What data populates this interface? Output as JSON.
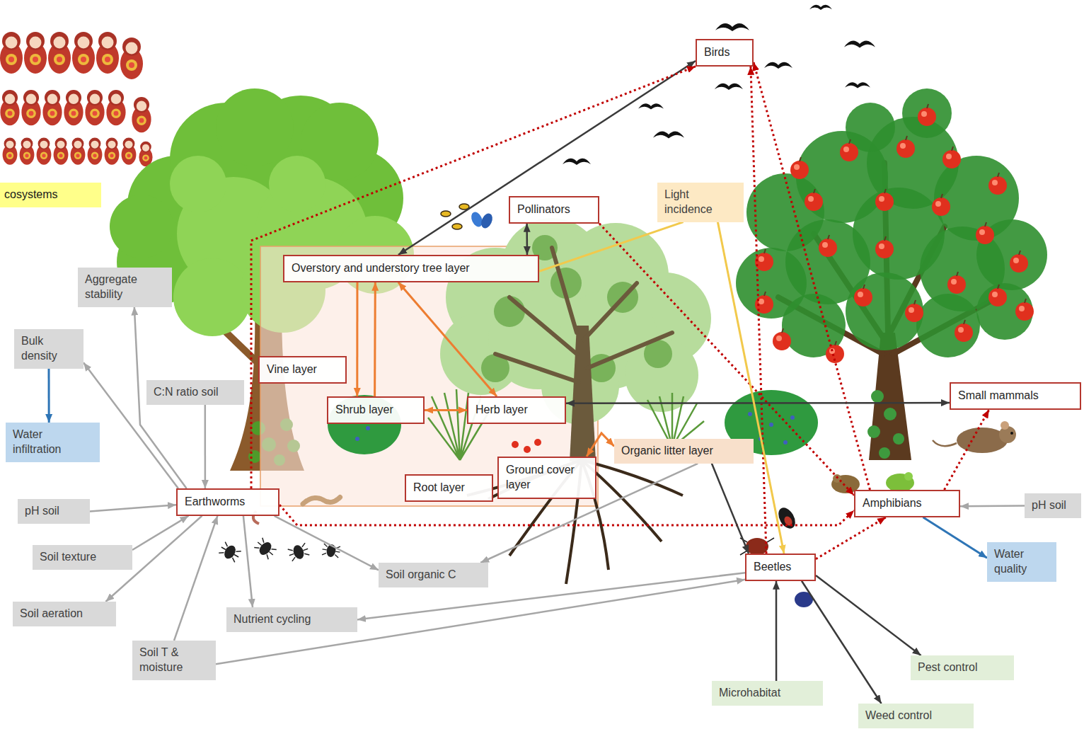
{
  "diagram": {
    "nodes": [
      {
        "text": [
          "cosystems"
        ]
      },
      {
        "text": [
          "Birds"
        ]
      },
      {
        "text": [
          "Pollinators"
        ]
      },
      {
        "text": [
          "Light incidence"
        ]
      },
      {
        "text": [
          "Overstory and understory tree layer"
        ]
      },
      {
        "text": [
          "Aggregate stability"
        ]
      },
      {
        "text": [
          "Bulk density"
        ]
      },
      {
        "text": [
          "Vine layer"
        ]
      },
      {
        "text": [
          "C:N ratio soil"
        ]
      },
      {
        "text": [
          "Shrub layer"
        ]
      },
      {
        "text": [
          "Herb layer"
        ]
      },
      {
        "text": [
          "Small mammals"
        ]
      },
      {
        "text": [
          "Water infiltration"
        ]
      },
      {
        "text": [
          "Organic litter layer"
        ]
      },
      {
        "text": [
          "Ground cover layer"
        ]
      },
      {
        "text": [
          "Root layer"
        ]
      },
      {
        "text": [
          "Earthworms"
        ]
      },
      {
        "text": [
          "pH soil"
        ]
      },
      {
        "text": [
          "Amphibians"
        ]
      },
      {
        "text": [
          "pH soil"
        ]
      },
      {
        "text": [
          "Soil texture"
        ]
      },
      {
        "text": [
          "Water quality"
        ]
      },
      {
        "text": [
          "Beetles"
        ]
      },
      {
        "text": [
          "Soil organic C"
        ]
      },
      {
        "text": [
          "Soil aeration"
        ]
      },
      {
        "text": [
          "Nutrient cycling"
        ]
      },
      {
        "text": [
          "Soil T & moisture"
        ]
      },
      {
        "text": [
          "Pest control"
        ]
      },
      {
        "text": [
          "Microhabitat"
        ]
      },
      {
        "text": [
          "Weed control"
        ]
      }
    ],
    "edges": [
      {
        "from": 4,
        "to": 1,
        "arrow": "both"
      },
      {
        "from": 2,
        "to": 4,
        "arrow": "both"
      },
      {
        "from": 16,
        "to": 1,
        "arrow": "to"
      },
      {
        "from": 22,
        "to": 1,
        "arrow": "to"
      },
      {
        "from": 18,
        "to": 1,
        "arrow": "to"
      },
      {
        "from": 2,
        "to": 18,
        "arrow": "to"
      },
      {
        "from": 16,
        "to": 18,
        "arrow": "to"
      },
      {
        "from": 22,
        "to": 18,
        "arrow": "to"
      },
      {
        "from": 18,
        "to": 11,
        "arrow": "to"
      },
      {
        "from": 10,
        "to": 11,
        "arrow": "both"
      },
      {
        "from": 14,
        "to": 13,
        "arrow": "both"
      },
      {
        "from": 4,
        "to": 9,
        "arrow": "to"
      },
      {
        "from": 9,
        "to": 4,
        "arrow": "to"
      },
      {
        "from": 4,
        "to": 10,
        "arrow": "both"
      },
      {
        "from": 9,
        "to": 10,
        "arrow": "both"
      },
      {
        "from": 3,
        "to": 4,
        "arrow": "none"
      },
      {
        "from": 3,
        "to": 22,
        "arrow": "to"
      },
      {
        "from": 13,
        "to": 22,
        "arrow": "to"
      },
      {
        "from": 22,
        "to": 27,
        "arrow": "to"
      },
      {
        "from": 22,
        "to": 29,
        "arrow": "to"
      },
      {
        "from": 28,
        "to": 22,
        "arrow": "to"
      },
      {
        "from": 22,
        "to": 25,
        "arrow": "to"
      },
      {
        "from": 26,
        "to": 22,
        "arrow": "to"
      },
      {
        "from": 13,
        "to": 23,
        "arrow": "to"
      },
      {
        "from": 16,
        "to": 23,
        "arrow": "to"
      },
      {
        "from": 16,
        "to": 25,
        "arrow": "to"
      },
      {
        "from": 16,
        "to": 24,
        "arrow": "to"
      },
      {
        "from": 20,
        "to": 16,
        "arrow": "to"
      },
      {
        "from": 17,
        "to": 16,
        "arrow": "to"
      },
      {
        "from": 26,
        "to": 16,
        "arrow": "to"
      },
      {
        "from": 16,
        "to": 6,
        "arrow": "to"
      },
      {
        "from": 16,
        "to": 5,
        "arrow": "to"
      },
      {
        "from": 8,
        "to": 16,
        "arrow": "to"
      },
      {
        "from": 6,
        "to": 12,
        "arrow": "to"
      },
      {
        "from": 18,
        "to": 21,
        "arrow": "to"
      },
      {
        "from": 19,
        "to": 18,
        "arrow": "to"
      }
    ]
  }
}
